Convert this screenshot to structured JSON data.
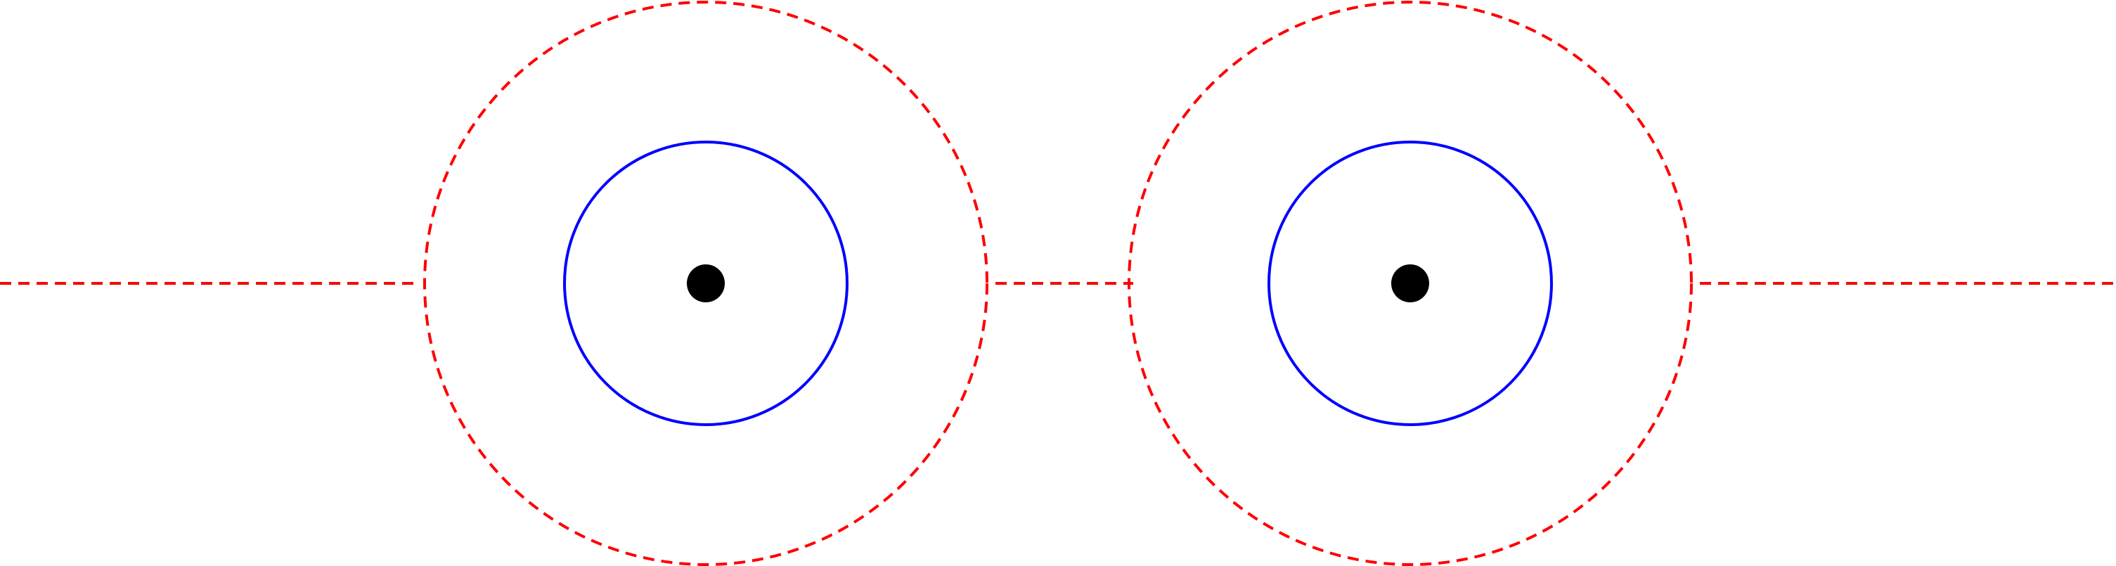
{
  "diagram": {
    "colors": {
      "outer_ring": "#ff0000",
      "inner_ring": "#0000ff",
      "center_dot": "#000000",
      "axis_line": "#ff0000",
      "background": "#ffffff"
    },
    "elements": [
      {
        "name": "left-unit",
        "outer": "dashed-red-circle",
        "inner": "solid-blue-circle",
        "center": "black-dot"
      },
      {
        "name": "right-unit",
        "outer": "dashed-red-circle",
        "inner": "solid-blue-circle",
        "center": "black-dot"
      }
    ],
    "connectors": [
      "left-axis-line",
      "middle-axis-line",
      "right-axis-line"
    ]
  }
}
